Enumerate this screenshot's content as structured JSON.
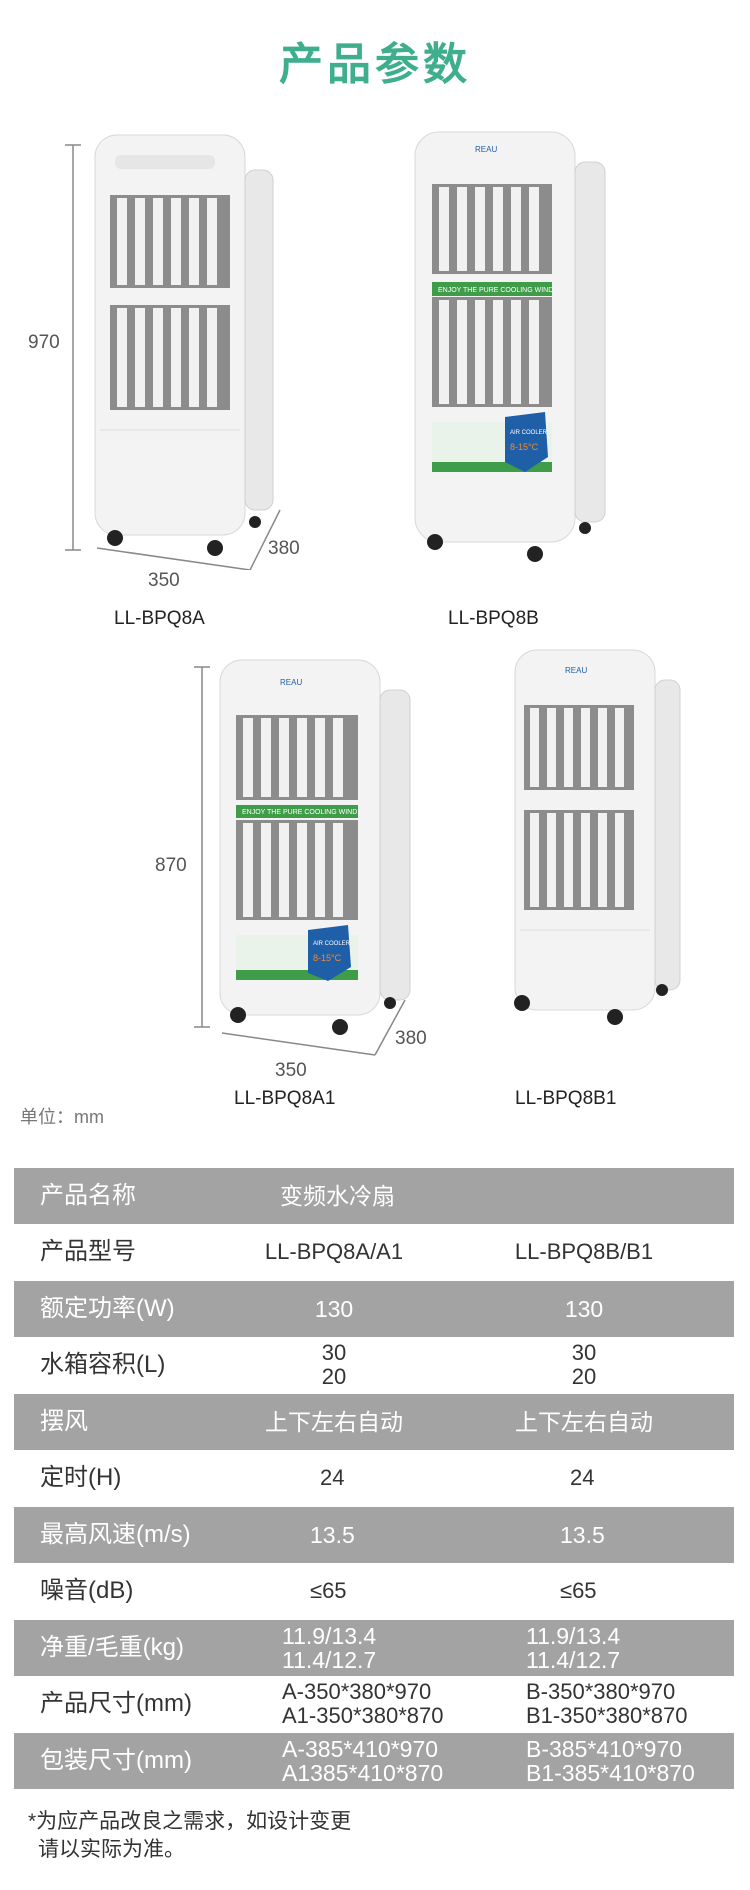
{
  "title": "产品参数",
  "products": [
    {
      "model": "LL-BPQ8A",
      "height_label": "970",
      "width_label": "350",
      "depth_label": "380",
      "variant": "plain"
    },
    {
      "model": "LL-BPQ8B",
      "variant": "decal"
    },
    {
      "model": "LL-BPQ8A1",
      "height_label": "870",
      "width_label": "350",
      "depth_label": "380",
      "variant": "decal"
    },
    {
      "model": "LL-BPQ8B1",
      "variant": "plain"
    }
  ],
  "unit_note": "单位：mm",
  "decal": {
    "banner": "ENJOY THE PURE COOLING WIND",
    "badge_title": "AIR COOLER",
    "badge_temp": "8-15°C"
  },
  "brand_text": "REAU",
  "table": {
    "rows": [
      {
        "label": "产品名称",
        "a": [
          "变频水冷扇"
        ],
        "b": [],
        "style": "dark"
      },
      {
        "label": "产品型号",
        "a": [
          "LL-BPQ8A/A1"
        ],
        "b": [
          "LL-BPQ8B/B1"
        ],
        "style": "light"
      },
      {
        "label": "额定功率(W)",
        "a": [
          "130"
        ],
        "b": [
          "130"
        ],
        "style": "dark"
      },
      {
        "label": "水箱容积(L)",
        "a": [
          "30",
          "20"
        ],
        "b": [
          "30",
          "20"
        ],
        "style": "light"
      },
      {
        "label": "摆风",
        "a": [
          "上下左右自动"
        ],
        "b": [
          "上下左右自动"
        ],
        "style": "dark"
      },
      {
        "label": "定时(H)",
        "a": [
          "24"
        ],
        "b": [
          "24"
        ],
        "style": "light"
      },
      {
        "label": "最高风速(m/s)",
        "a": [
          "13.5"
        ],
        "b": [
          "13.5"
        ],
        "style": "dark"
      },
      {
        "label": "噪音(dB)",
        "a": [
          "≤65"
        ],
        "b": [
          "≤65"
        ],
        "style": "light"
      },
      {
        "label": "净重/毛重(kg)",
        "a": [
          "11.9/13.4",
          "11.4/12.7"
        ],
        "b": [
          "11.9/13.4",
          "11.4/12.7"
        ],
        "style": "dark"
      },
      {
        "label": "产品尺寸(mm)",
        "a": [
          "A-350*380*970",
          "A1-350*380*870"
        ],
        "b": [
          "B-350*380*970",
          "B1-350*380*870"
        ],
        "style": "light"
      },
      {
        "label": "包装尺寸(mm)",
        "a": [
          "A-385*410*970",
          "A1385*410*870"
        ],
        "b": [
          "B-385*410*970",
          "B1-385*410*870"
        ],
        "style": "dark"
      }
    ]
  },
  "footnote": [
    "*为应产品改良之需求，如设计变更",
    "请以实际为准。"
  ],
  "colors": {
    "title": "#3fae8c",
    "table_dark": "#a3a3a3",
    "decal_green": "#3f9c48",
    "decal_blue": "#1f5fa8"
  }
}
